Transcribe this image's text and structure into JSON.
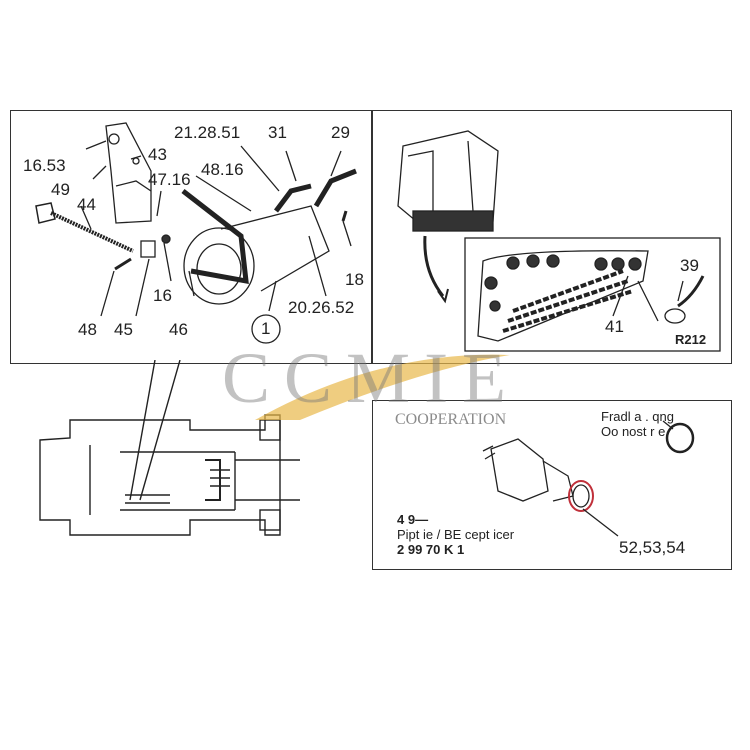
{
  "watermark": {
    "brand": "CCMIE",
    "subtitle": "COOPERATION",
    "accent": "#e8b84a"
  },
  "panel_compressor": {
    "callouts": [
      "16.53",
      "49",
      "43",
      "47.16",
      "44",
      "48.16",
      "21.28.51",
      "31",
      "29",
      "18",
      "20.26.52",
      "48",
      "45",
      "16",
      "46",
      "1"
    ]
  },
  "panel_cab": {
    "callouts": [
      "39",
      "41"
    ],
    "code": "R212"
  },
  "panel_sensor": {
    "note_line1": "Fradl a . qng",
    "note_line2": "Oo nost r e",
    "callout": "52,53,54",
    "ref_line1": "4   9—",
    "ref_line2": "Pipt ie   / BE cept icer",
    "ref_line3": "2  99   70     K 1",
    "seal_color": "#c0303a"
  }
}
